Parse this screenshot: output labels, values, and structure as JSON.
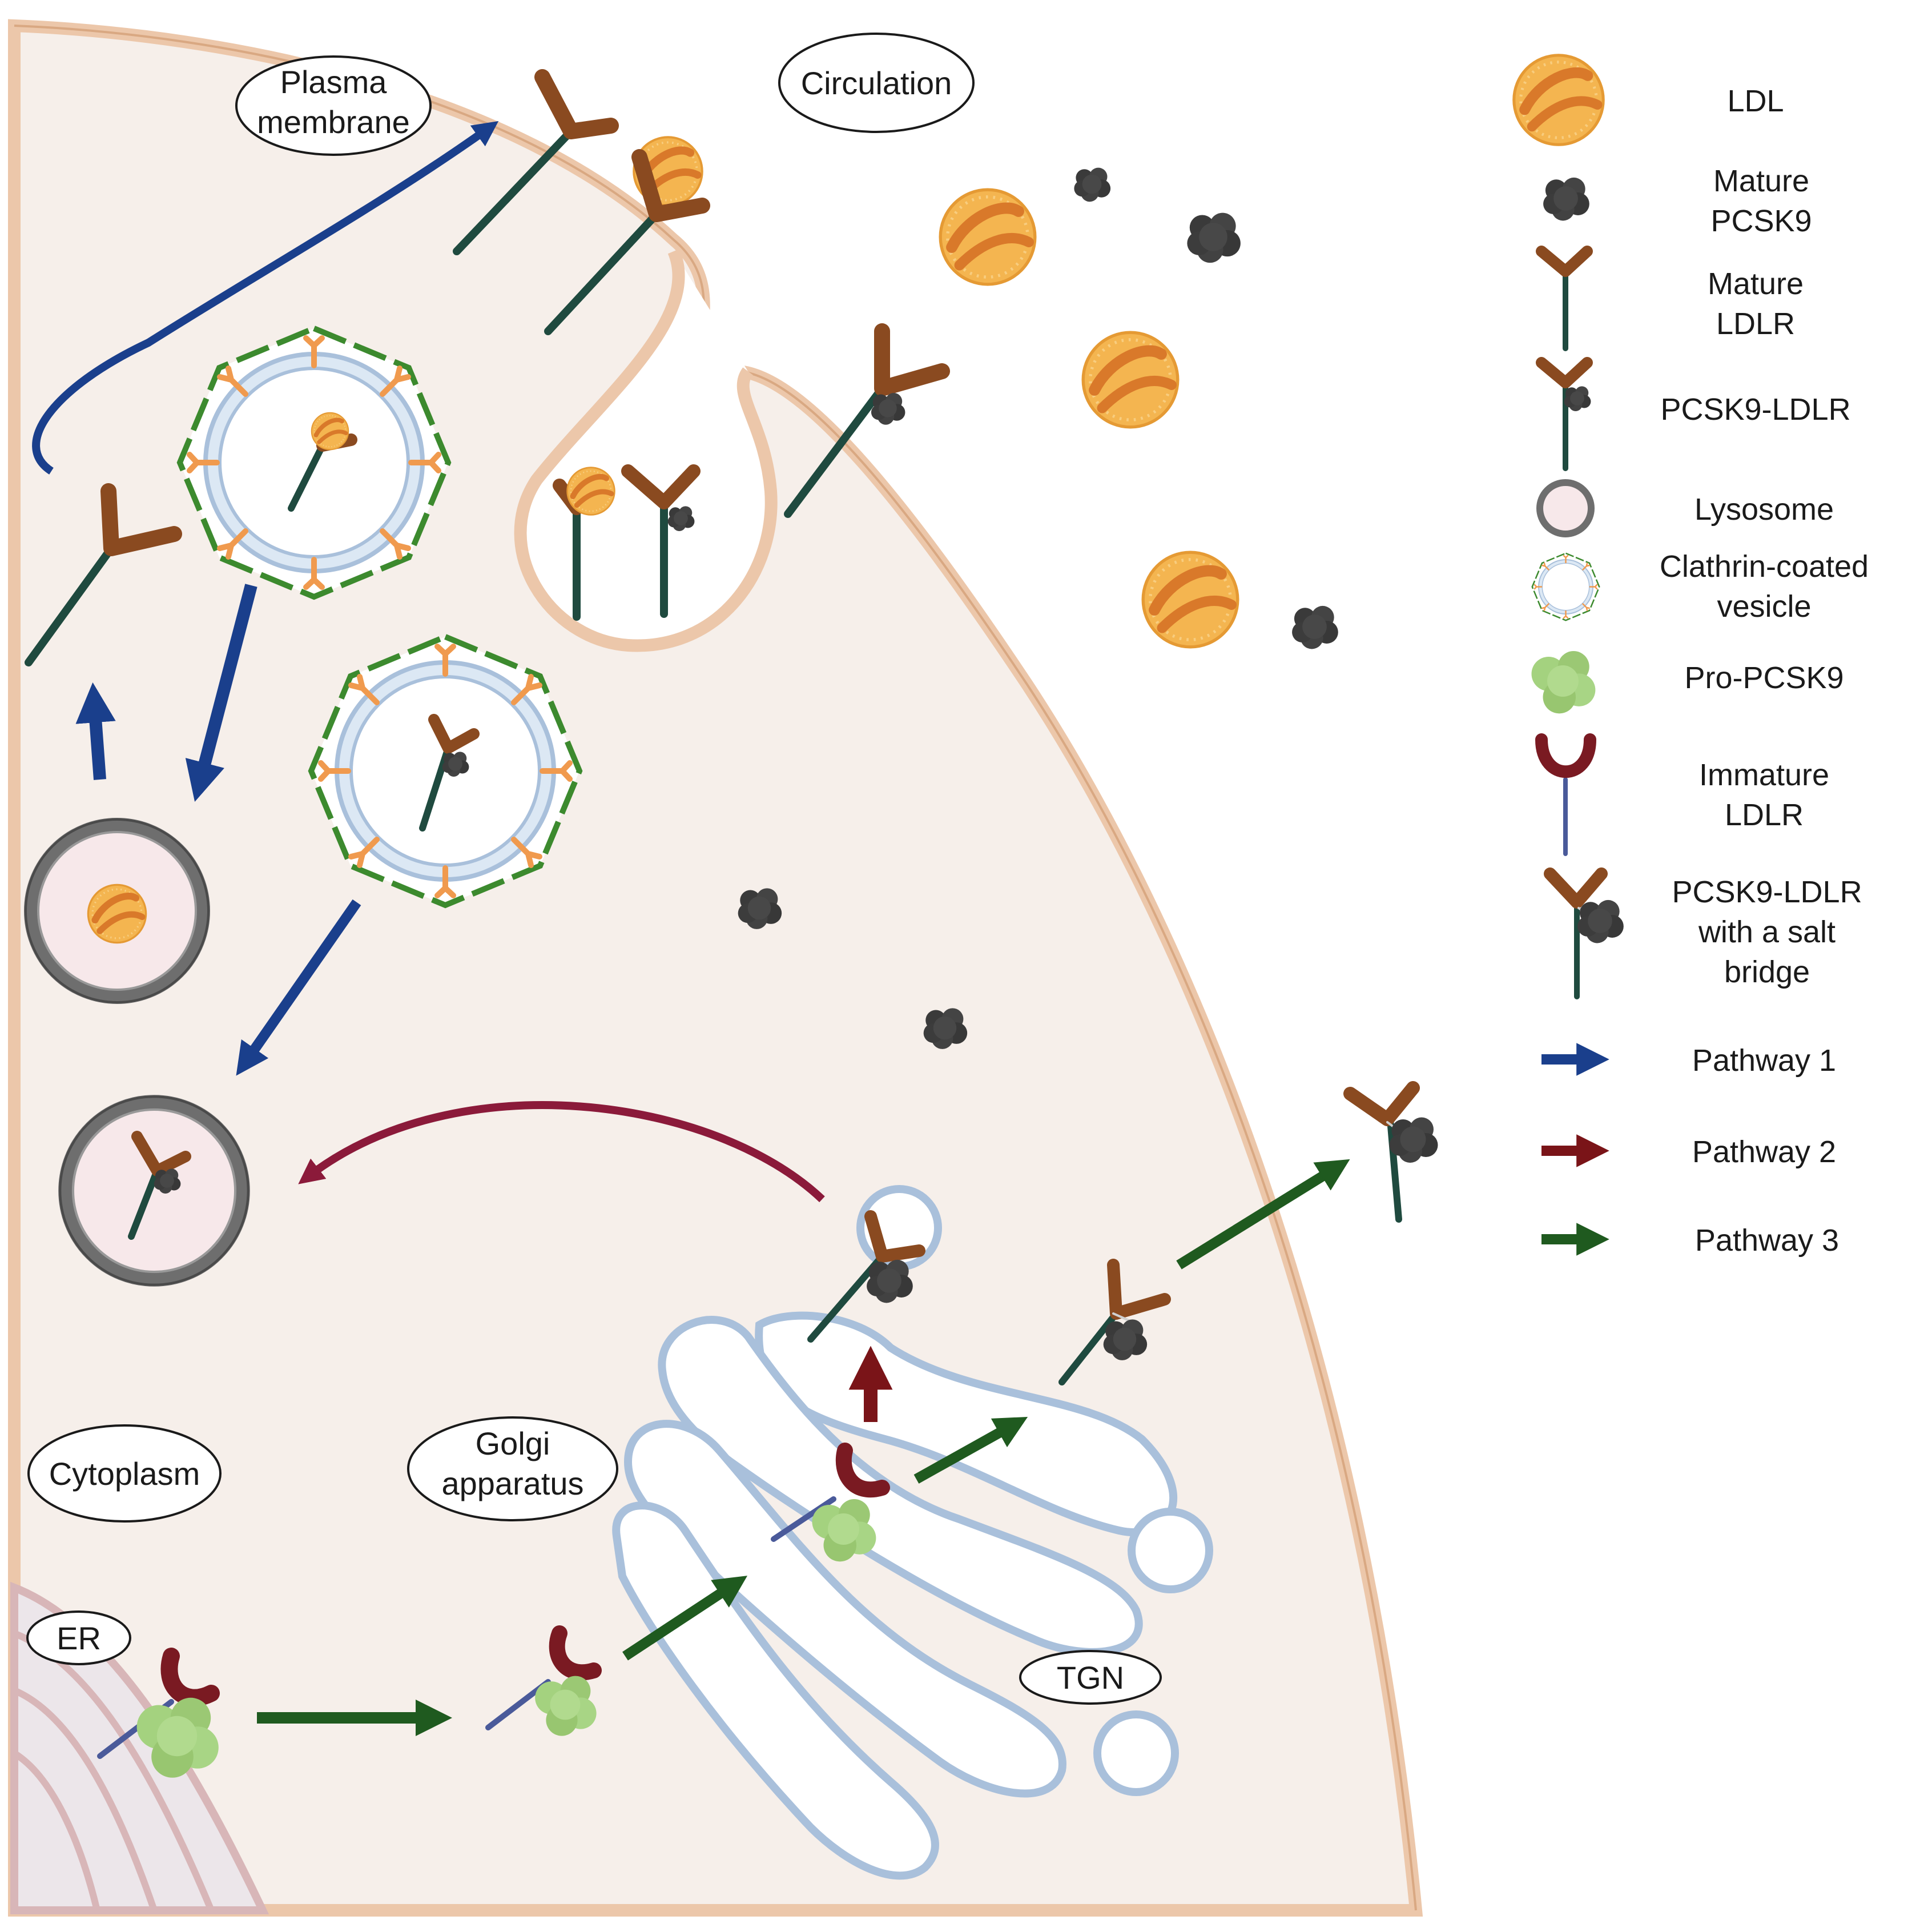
{
  "region_labels": {
    "plasma_membrane": [
      "Plasma",
      "membrane"
    ],
    "circulation": "Circulation",
    "cytoplasm": "Cytoplasm",
    "golgi": [
      "Golgi",
      "apparatus"
    ],
    "er": "ER",
    "tgn": "TGN"
  },
  "legend": {
    "items": [
      {
        "icon": "ldl-icon",
        "lines": [
          "LDL"
        ]
      },
      {
        "icon": "mature-pcsk9-icon",
        "lines": [
          "Mature",
          "PCSK9"
        ]
      },
      {
        "icon": "mature-ldlr-icon",
        "lines": [
          "Mature",
          "LDLR"
        ]
      },
      {
        "icon": "pcsk9-ldlr-icon",
        "lines": [
          "PCSK9-LDLR"
        ]
      },
      {
        "icon": "lysosome-icon",
        "lines": [
          "Lysosome"
        ]
      },
      {
        "icon": "clathrin-vesicle-icon",
        "lines": [
          "Clathrin-coated",
          "vesicle"
        ]
      },
      {
        "icon": "pro-pcsk9-icon",
        "lines": [
          "Pro-PCSK9"
        ]
      },
      {
        "icon": "immature-ldlr-icon",
        "lines": [
          "Immature",
          "LDLR"
        ]
      },
      {
        "icon": "salt-bridge-icon",
        "lines": [
          "PCSK9-LDLR",
          "with a salt",
          "bridge"
        ]
      },
      {
        "icon": "pathway-1-arrow-icon",
        "lines": [
          "Pathway 1"
        ]
      },
      {
        "icon": "pathway-2-arrow-icon",
        "lines": [
          "Pathway 2"
        ]
      },
      {
        "icon": "pathway-3-arrow-icon",
        "lines": [
          "Pathway 3"
        ]
      }
    ]
  },
  "colors": {
    "cytoplasm": "#f6efea",
    "membrane": "#ecc7aa",
    "pathway_1": "#1a3f8c",
    "pathway_2": "#8b1a3a",
    "pathway_3": "#1f5a1f",
    "ldl": "#f0ae47",
    "pcsk9": "#3c3c3c",
    "ldlr_head": "#8a4a20",
    "ldlr_stem": "#1f4a3f",
    "immature_ldlr": "#7a1a22",
    "pro_pcsk9": "#9ccc7a",
    "lysosome": "#6e6e6e",
    "golgi": "#a9c0db"
  }
}
